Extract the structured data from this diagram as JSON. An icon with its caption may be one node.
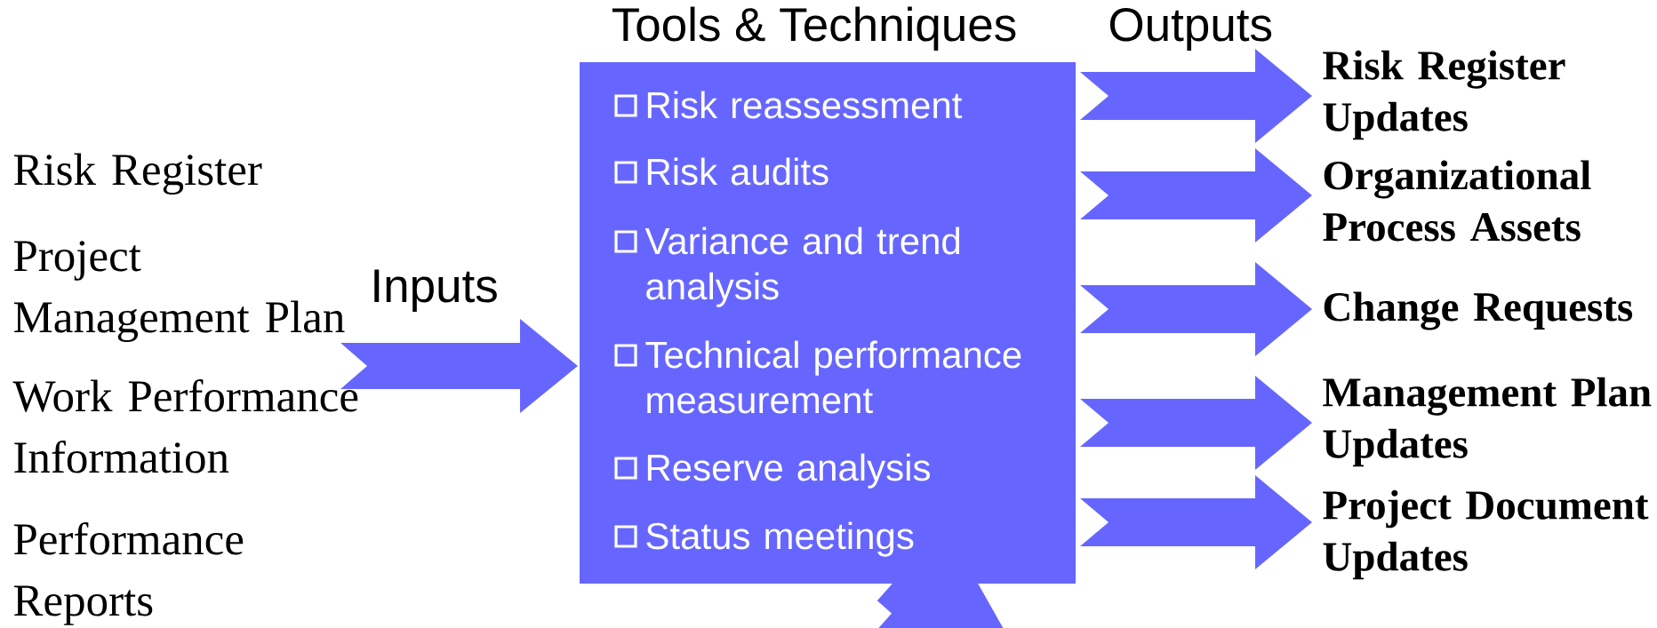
{
  "diagram": {
    "nodes": [
      {
        "text": [
          "Tools & Techniques",
          "Risk reassessment",
          "Risk audits",
          "Variance and trend analysis",
          "Technical performance measurement",
          "Reserve analysis",
          "Status meetings"
        ]
      },
      {
        "text": [
          "Risk Register Updates"
        ]
      },
      {
        "text": [
          "Organizational Process Assets"
        ]
      },
      {
        "text": [
          "Change Requests"
        ]
      },
      {
        "text": [
          "Management Plan Updates"
        ]
      },
      {
        "text": [
          "Project Document Updates"
        ]
      }
    ],
    "edges": [
      {
        "from": null,
        "to": 0,
        "arrow": "to"
      },
      {
        "from": 0,
        "to": 1,
        "arrow": "to"
      },
      {
        "from": 0,
        "to": 2,
        "arrow": "to"
      },
      {
        "from": 0,
        "to": 3,
        "arrow": "to"
      },
      {
        "from": 0,
        "to": 4,
        "arrow": "to"
      },
      {
        "from": 0,
        "to": 5,
        "arrow": "to"
      },
      {
        "from": 0,
        "to": null,
        "arrow": "to"
      }
    ],
    "labels": [
      "Outputs",
      "Risk Register",
      "Project Management Plan",
      "Inputs",
      "Work Performance Information",
      "Performance Reports"
    ]
  }
}
